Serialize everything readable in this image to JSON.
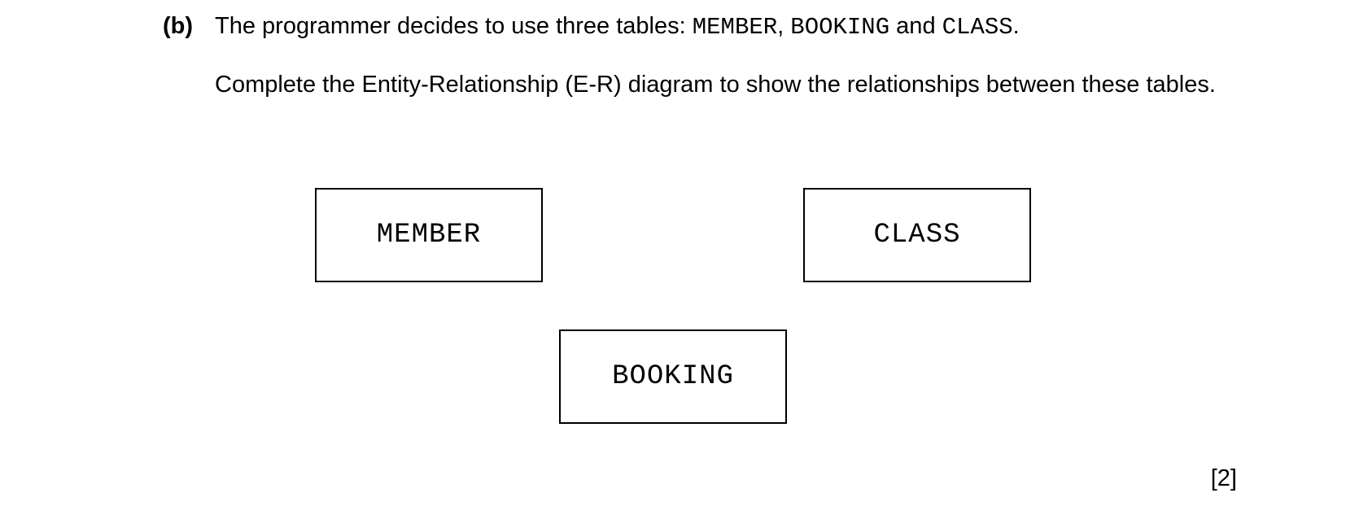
{
  "question": {
    "part_label": "(b)",
    "intro_text": "The programmer decides to use three tables: ",
    "tables": [
      "MEMBER",
      "BOOKING",
      "CLASS"
    ],
    "separator_1": ", ",
    "separator_2": " and ",
    "end_punct": ".",
    "instruction": "Complete the Entity-Relationship (E-R) diagram to show the relationships between these tables.",
    "marks": "[2]"
  },
  "diagram": {
    "entities": [
      {
        "id": "member",
        "label": "MEMBER"
      },
      {
        "id": "class",
        "label": "CLASS"
      },
      {
        "id": "booking",
        "label": "BOOKING"
      }
    ]
  }
}
